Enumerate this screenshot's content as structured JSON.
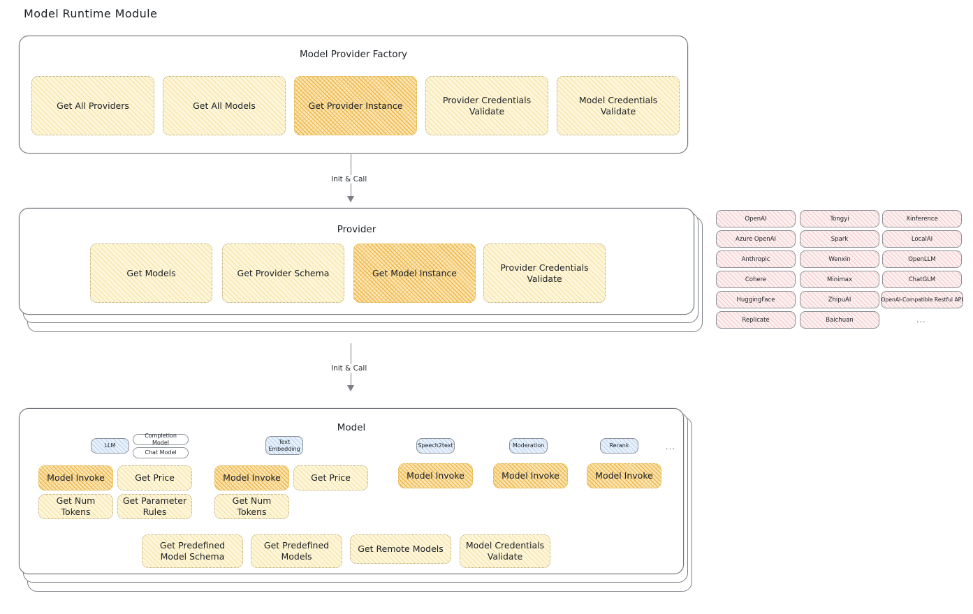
{
  "title": "Model Runtime Module",
  "factory": {
    "title": "Model Provider Factory",
    "nodes": [
      {
        "label": "Get All Providers",
        "highlight": false
      },
      {
        "label": "Get All Models",
        "highlight": false
      },
      {
        "label": "Get Provider Instance",
        "highlight": true
      },
      {
        "label": "Provider Credentials Validate",
        "highlight": false
      },
      {
        "label": "Model Credentials Validate",
        "highlight": false
      }
    ]
  },
  "arrows": [
    {
      "label": "Init & Call"
    },
    {
      "label": "Init & Call"
    }
  ],
  "provider": {
    "title": "Provider",
    "nodes": [
      {
        "label": "Get Models",
        "highlight": false
      },
      {
        "label": "Get Provider Schema",
        "highlight": false
      },
      {
        "label": "Get Model Instance",
        "highlight": true
      },
      {
        "label": "Provider Credentials Validate",
        "highlight": false
      }
    ]
  },
  "provider_list": {
    "columns": [
      [
        "OpenAI",
        "Azure OpenAI",
        "Anthropic",
        "Cohere",
        "HuggingFace",
        "Replicate"
      ],
      [
        "Tongyi",
        "Spark",
        "Wenxin",
        "Minimax",
        "ZhipuAI",
        "Baichuan"
      ],
      [
        "Xinference",
        "LocalAI",
        "OpenLLM",
        "ChatGLM",
        "OpenAI-Compatible Restful API"
      ]
    ],
    "ellipsis": "..."
  },
  "model": {
    "title": "Model",
    "ellipsis": "...",
    "types": [
      {
        "name": "LLM",
        "two_line": false,
        "sub": [
          "Completion Model",
          "Chat Model"
        ],
        "ops": [
          {
            "label": "Model Invoke",
            "highlight": true
          },
          {
            "label": "Get Price",
            "highlight": false
          },
          {
            "label": "Get Num Tokens",
            "highlight": false
          },
          {
            "label": "Get Parameter Rules",
            "highlight": false
          }
        ]
      },
      {
        "name": "Text Embedding",
        "two_line": true,
        "sub": [],
        "ops": [
          {
            "label": "Model Invoke",
            "highlight": true
          },
          {
            "label": "Get Price",
            "highlight": false
          },
          {
            "label": "Get Num Tokens",
            "highlight": false
          }
        ]
      },
      {
        "name": "Speech2text",
        "two_line": false,
        "sub": [],
        "ops": [
          {
            "label": "Model Invoke",
            "highlight": true
          }
        ]
      },
      {
        "name": "Moderation",
        "two_line": false,
        "sub": [],
        "ops": [
          {
            "label": "Model Invoke",
            "highlight": true
          }
        ]
      },
      {
        "name": "Rerank",
        "two_line": false,
        "sub": [],
        "ops": [
          {
            "label": "Model Invoke",
            "highlight": true
          }
        ]
      }
    ],
    "common_ops": [
      {
        "label": "Get Predefined Model Schema"
      },
      {
        "label": "Get Predefined Models"
      },
      {
        "label": "Get Remote Models"
      },
      {
        "label": "Model Credentials Validate"
      }
    ]
  },
  "colors": {
    "node_fill": "#fdf6da",
    "node_highlight_fill": "#fbe6b4",
    "provider_chip_fill": "#fcf0f0",
    "model_type_fill": "#e8f1fb",
    "outline": "#6e7275"
  }
}
